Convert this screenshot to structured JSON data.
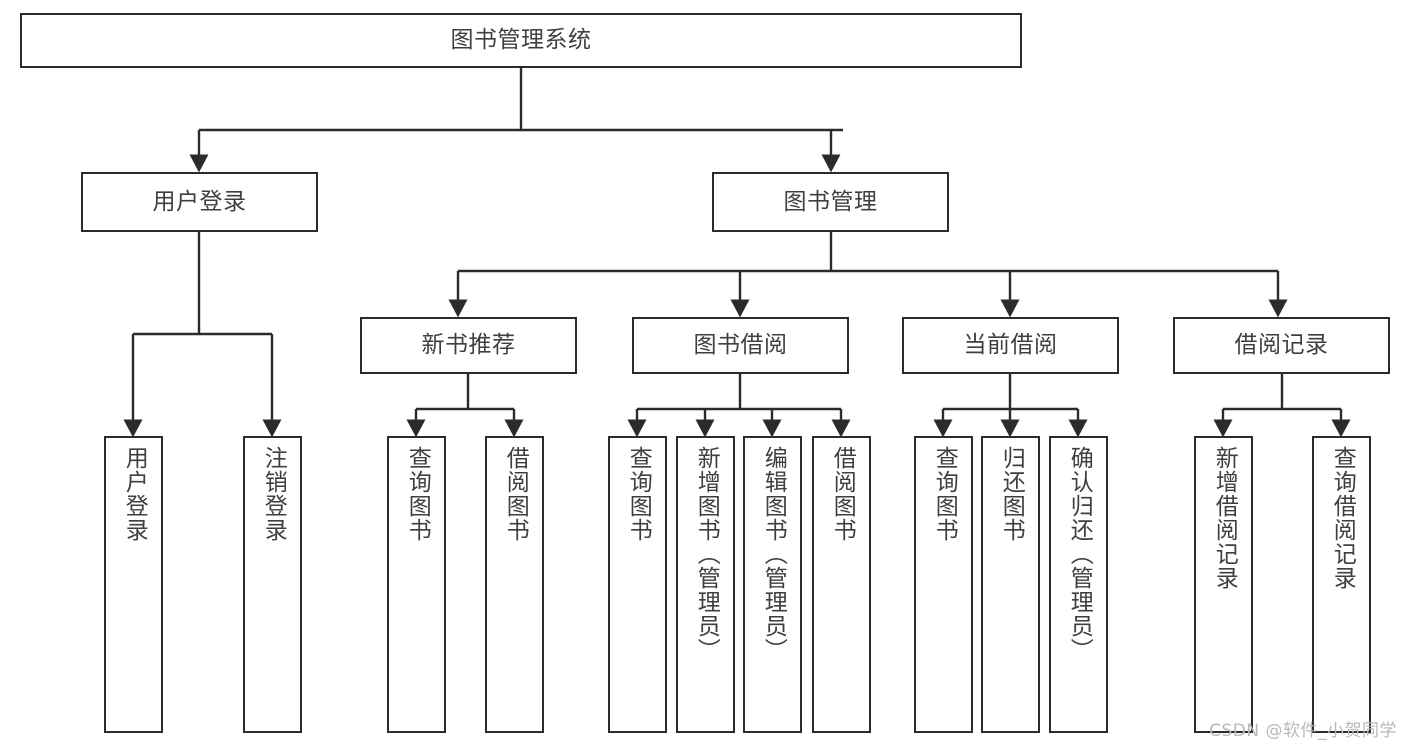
{
  "diagram": {
    "title": "图书管理系统",
    "type": "tree-hierarchy-diagram",
    "watermark": "CSDN @软件_小贺同学",
    "colors": {
      "background": "#ffffff",
      "node_border": "#2b2b2b",
      "node_fill": "#ffffff",
      "text": "#3f3f3f",
      "edge": "#2b2b2b",
      "watermark": "#b9b9b9"
    },
    "nodes": {
      "root": {
        "label": "图书管理系统"
      },
      "level2": [
        {
          "label": "用户登录"
        },
        {
          "label": "图书管理"
        }
      ],
      "level3": [
        {
          "label": "新书推荐"
        },
        {
          "label": "图书借阅"
        },
        {
          "label": "当前借阅"
        },
        {
          "label": "借阅记录"
        }
      ],
      "leaves": {
        "user_login": [
          {
            "label": "用户登录"
          },
          {
            "label": "注销登录"
          }
        ],
        "new_book_recommend": [
          {
            "label": "查询图书"
          },
          {
            "label": "借阅图书"
          }
        ],
        "book_borrow": [
          {
            "label": "查询图书"
          },
          {
            "label": "新增图书（管理员）"
          },
          {
            "label": "编辑图书（管理员）"
          },
          {
            "label": "借阅图书"
          }
        ],
        "current_borrow": [
          {
            "label": "查询图书"
          },
          {
            "label": "归还图书"
          },
          {
            "label": "确认归还（管理员）"
          }
        ],
        "borrow_record": [
          {
            "label": "新增借阅记录"
          },
          {
            "label": "查询借阅记录"
          }
        ]
      }
    }
  }
}
